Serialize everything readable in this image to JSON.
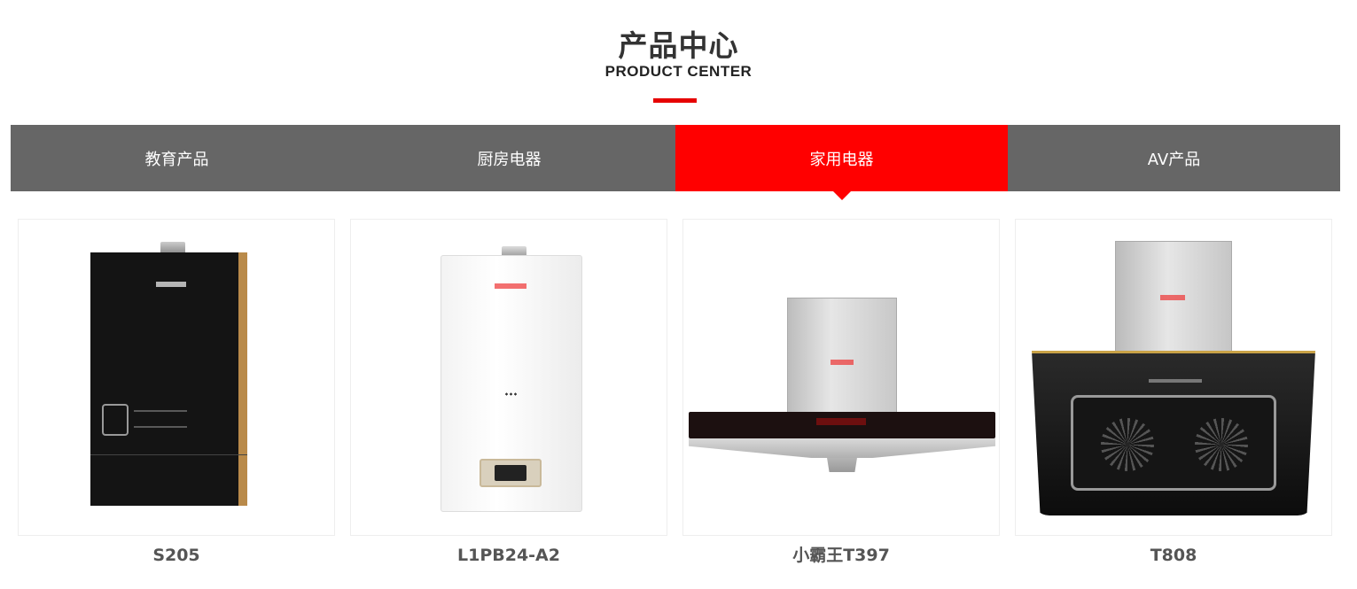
{
  "header": {
    "title_zh": "产品中心",
    "title_en": "PRODUCT CENTER",
    "accent_color": "#e60000"
  },
  "tabs": {
    "items": [
      {
        "label": "教育产品",
        "active": false
      },
      {
        "label": "厨房电器",
        "active": false
      },
      {
        "label": "家用电器",
        "active": true
      },
      {
        "label": "AV产品",
        "active": false
      }
    ],
    "bg_color": "#666666",
    "active_color": "#ff0000"
  },
  "products": [
    {
      "name": "S205",
      "image": "water-heater-black"
    },
    {
      "name": "L1PB24-A2",
      "image": "water-heater-white"
    },
    {
      "name": "小霸王T397",
      "image": "range-hood"
    },
    {
      "name": "T808",
      "image": "range-hood-side"
    }
  ]
}
